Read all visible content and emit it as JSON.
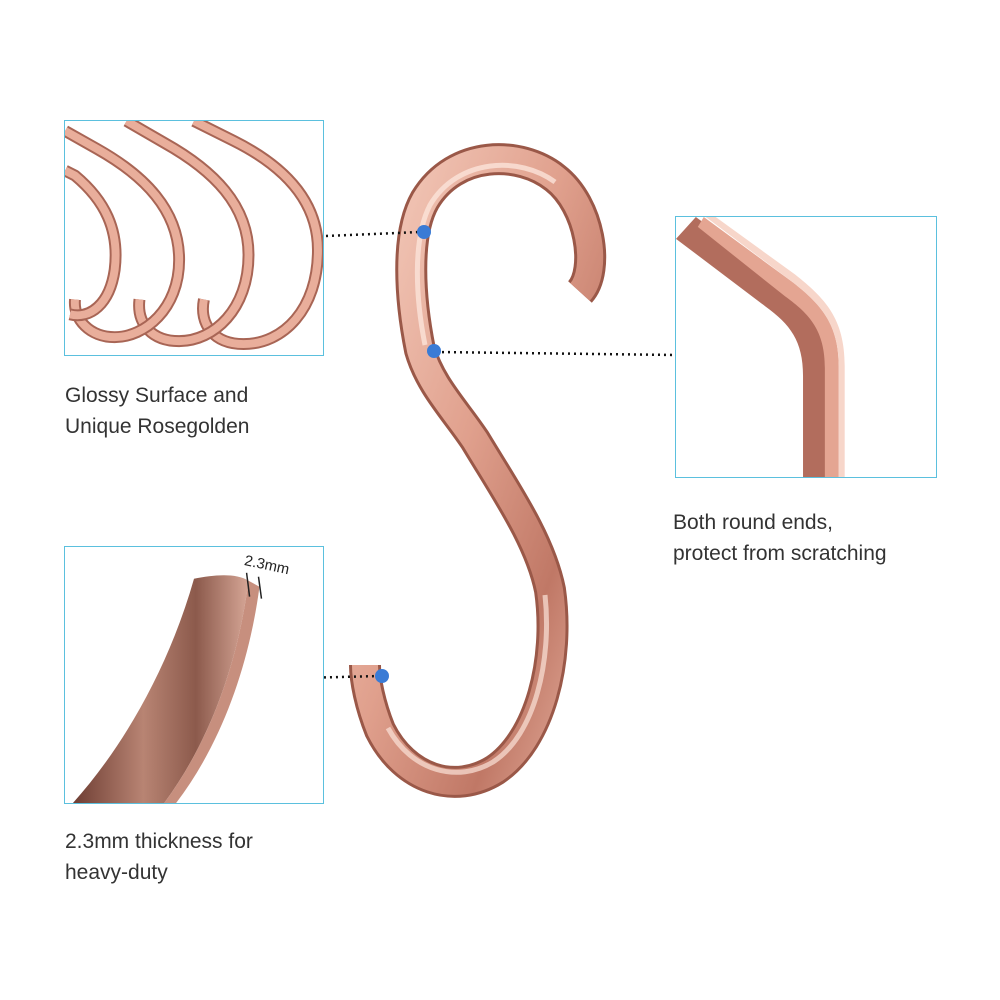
{
  "captions": {
    "glossy": [
      "Glossy Surface and",
      "Unique Rosegolden"
    ],
    "round_ends": [
      "Both round ends,",
      "protect from scratching"
    ],
    "thickness": [
      "2.3mm thickness for",
      "heavy-duty"
    ]
  },
  "thickness_label": "2.3mm",
  "colors": {
    "box_border": "#5bc0de",
    "leader_dot": "#3a7bd5",
    "leader_line": "#111111",
    "rose_gold_light": "#f3c2b2",
    "rose_gold_mid": "#d98f7c",
    "rose_gold_dark": "#a35f4f",
    "caption_text": "#333333"
  }
}
